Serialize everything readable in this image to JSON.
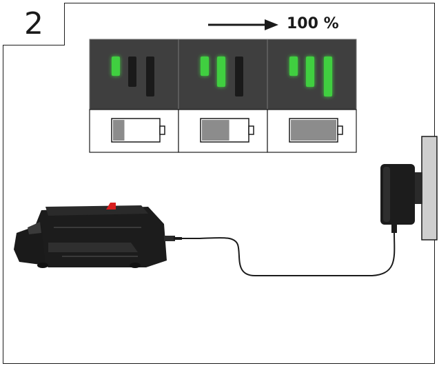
{
  "step": {
    "number": "2"
  },
  "charge_target": {
    "label": "100 %"
  },
  "stages": [
    {
      "led_lit": 1,
      "battery_fill": 0.25
    },
    {
      "led_lit": 2,
      "battery_fill": 0.6
    },
    {
      "led_lit": 3,
      "battery_fill": 1.0
    }
  ],
  "colors": {
    "panel_dark": "#3f3f3f",
    "led_on": "#3fcf3f",
    "led_off": "#1a1a1a",
    "battery_fill": "#8c8c8c",
    "charger_body": "#1c1c1c",
    "release_button": "#d81f1f",
    "wall": "#cfcfcf"
  }
}
